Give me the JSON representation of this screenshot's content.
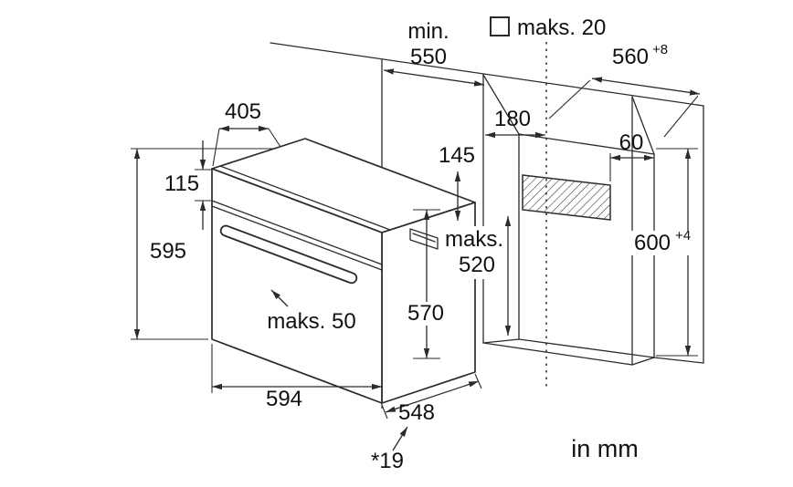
{
  "units_note": "in mm",
  "dimensions": {
    "niche_depth_min": {
      "prefix": "min.",
      "value": "550"
    },
    "spacer_thickness_max": "maks. 20",
    "niche_width": {
      "value": "560",
      "tolerance": "+8"
    },
    "oven_top_depth": "405",
    "control_panel_height": "115",
    "oven_height": "595",
    "vent_center_offset": "180",
    "vent_cutout_height": "145",
    "vent_side_gap": "60",
    "recess_depth_max": {
      "prefix": "maks.",
      "value": "520"
    },
    "niche_height": {
      "value": "600",
      "tolerance": "+4"
    },
    "inner_depth": "570",
    "handle_protrusion_max": "maks. 50",
    "oven_width": "594",
    "oven_depth": "548",
    "plinth_note": "*19"
  },
  "colors": {
    "line": "#2b2b2b",
    "text": "#111111",
    "background": "#ffffff"
  }
}
